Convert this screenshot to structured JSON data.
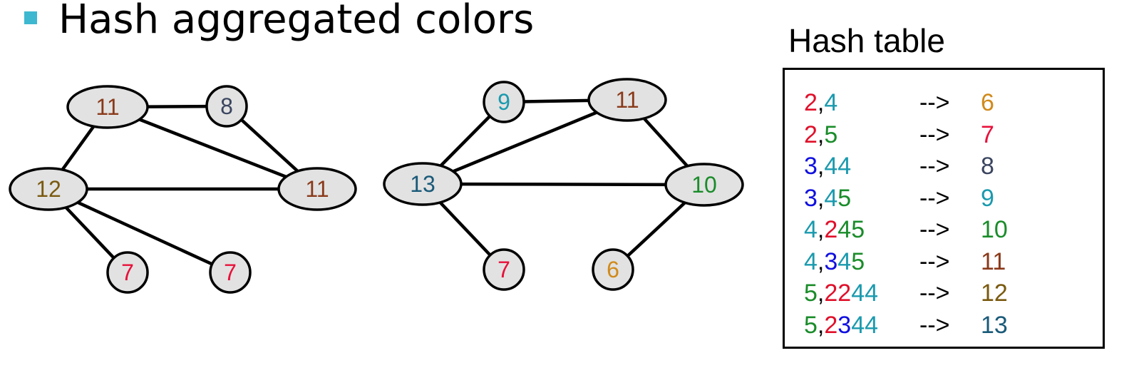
{
  "title": "Hash aggregated colors",
  "hash_table": {
    "title": "Hash table",
    "arrow": "-->",
    "rows": [
      {
        "key": [
          {
            "t": "2",
            "c": "#e0102a"
          },
          {
            "t": ",",
            "c": "#000000"
          },
          {
            "t": "4",
            "c": "#1a9aae"
          }
        ],
        "value": {
          "t": "6",
          "c": "#d08a1a"
        }
      },
      {
        "key": [
          {
            "t": "2",
            "c": "#e0102a"
          },
          {
            "t": ",",
            "c": "#000000"
          },
          {
            "t": "5",
            "c": "#1a8c2a"
          }
        ],
        "value": {
          "t": "7",
          "c": "#e8103a"
        }
      },
      {
        "key": [
          {
            "t": "3",
            "c": "#1010e0"
          },
          {
            "t": ",",
            "c": "#000000"
          },
          {
            "t": "44",
            "c": "#1a9aae"
          }
        ],
        "value": {
          "t": "8",
          "c": "#3a4560"
        }
      },
      {
        "key": [
          {
            "t": "3",
            "c": "#1010e0"
          },
          {
            "t": ",",
            "c": "#000000"
          },
          {
            "t": "4",
            "c": "#1a9aae"
          },
          {
            "t": "5",
            "c": "#1a8c2a"
          }
        ],
        "value": {
          "t": "9",
          "c": "#1a9aae"
        }
      },
      {
        "key": [
          {
            "t": "4",
            "c": "#1a9aae"
          },
          {
            "t": ",",
            "c": "#000000"
          },
          {
            "t": "2",
            "c": "#e0102a"
          },
          {
            "t": "45",
            "c": "#1a8c2a"
          }
        ],
        "value": {
          "t": "10",
          "c": "#1a8c2a"
        }
      },
      {
        "key": [
          {
            "t": "4",
            "c": "#1a9aae"
          },
          {
            "t": ",",
            "c": "#000000"
          },
          {
            "t": "3",
            "c": "#1010e0"
          },
          {
            "t": "4",
            "c": "#1a9aae"
          },
          {
            "t": "5",
            "c": "#1a8c2a"
          }
        ],
        "value": {
          "t": "11",
          "c": "#8a3a1a"
        }
      },
      {
        "key": [
          {
            "t": "5",
            "c": "#1a8c2a"
          },
          {
            "t": ",",
            "c": "#000000"
          },
          {
            "t": "22",
            "c": "#e0102a"
          },
          {
            "t": "44",
            "c": "#1a9aae"
          }
        ],
        "value": {
          "t": "12",
          "c": "#7a5a10"
        }
      },
      {
        "key": [
          {
            "t": "5",
            "c": "#1a8c2a"
          },
          {
            "t": ",",
            "c": "#000000"
          },
          {
            "t": "2",
            "c": "#e0102a"
          },
          {
            "t": "3",
            "c": "#1010e0"
          },
          {
            "t": "44",
            "c": "#1a9aae"
          }
        ],
        "value": {
          "t": "13",
          "c": "#1a5a78"
        }
      }
    ]
  },
  "graphs": [
    {
      "nodes": [
        {
          "id": "a",
          "label": "11",
          "color": "#8a3a1a"
        },
        {
          "id": "b",
          "label": "8",
          "color": "#3a4560"
        },
        {
          "id": "c",
          "label": "12",
          "color": "#7a5a10"
        },
        {
          "id": "d",
          "label": "11",
          "color": "#8a3a1a"
        },
        {
          "id": "e",
          "label": "7",
          "color": "#e8103a"
        },
        {
          "id": "f",
          "label": "7",
          "color": "#e8103a"
        }
      ],
      "edges": [
        [
          "a",
          "b"
        ],
        [
          "a",
          "c"
        ],
        [
          "a",
          "d"
        ],
        [
          "b",
          "d"
        ],
        [
          "c",
          "d"
        ],
        [
          "c",
          "e"
        ],
        [
          "c",
          "f"
        ]
      ]
    },
    {
      "nodes": [
        {
          "id": "g",
          "label": "9",
          "color": "#1a9aae"
        },
        {
          "id": "h",
          "label": "11",
          "color": "#8a3a1a"
        },
        {
          "id": "i",
          "label": "13",
          "color": "#1a5a78"
        },
        {
          "id": "j",
          "label": "10",
          "color": "#1a8c2a"
        },
        {
          "id": "k",
          "label": "7",
          "color": "#e8103a"
        },
        {
          "id": "l",
          "label": "6",
          "color": "#d08a1a"
        }
      ],
      "edges": [
        [
          "g",
          "h"
        ],
        [
          "g",
          "i"
        ],
        [
          "h",
          "i"
        ],
        [
          "h",
          "j"
        ],
        [
          "i",
          "j"
        ],
        [
          "i",
          "k"
        ],
        [
          "j",
          "l"
        ]
      ]
    }
  ]
}
